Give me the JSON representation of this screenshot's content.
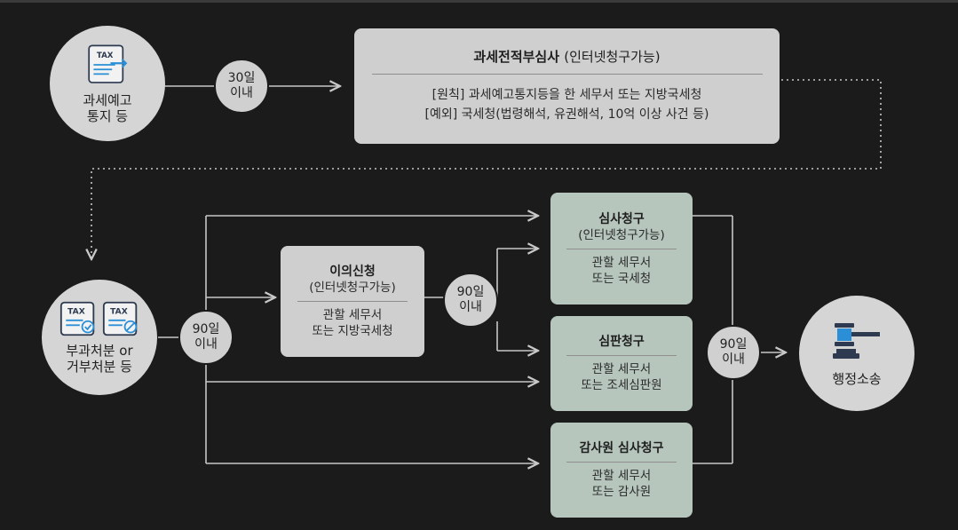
{
  "notice": {
    "line1": "과세예고",
    "line2": "통지 등",
    "icon_text": "TAX"
  },
  "disposition": {
    "line1": "부과처분 or",
    "line2": "거부처분 등",
    "icon_text": "TAX"
  },
  "litigation": {
    "label": "행정소송"
  },
  "days_30": {
    "line1": "30일",
    "line2": "이내"
  },
  "days_90_a": {
    "line1": "90일",
    "line2": "이내"
  },
  "days_90_b": {
    "line1": "90일",
    "line2": "이내"
  },
  "days_90_c": {
    "line1": "90일",
    "line2": "이내"
  },
  "pre_review": {
    "title": "과세전적부심사",
    "title_note": "(인터넷청구가능)",
    "principle": "[원칙] 과세예고통지등을 한 세무서 또는 지방국세청",
    "exception": "[예외] 국세청(법령해석, 유권해석, 10억 이상 사건 등)"
  },
  "objection": {
    "title": "이의신청",
    "note": "(인터넷청구가능)",
    "line1": "관할 세무서",
    "line2": "또는 지방국세청"
  },
  "review": {
    "title": "심사청구",
    "note": "(인터넷청구가능)",
    "line1": "관할 세무서",
    "line2": "또는 국세청"
  },
  "tribunal": {
    "title": "심판청구",
    "line1": "관할 세무서",
    "line2": "또는 조세심판원"
  },
  "audit": {
    "title": "감사원 심사청구",
    "line1": "관할 세무서",
    "line2": "또는 감사원"
  },
  "colors": {
    "background": "#1b1b1b",
    "node": "#d5d5d5",
    "grey_box": "#cfcfcf",
    "green_box": "#b7c6bd",
    "line": "#c8c8c8",
    "icon_accent": "#2a8fd6"
  }
}
